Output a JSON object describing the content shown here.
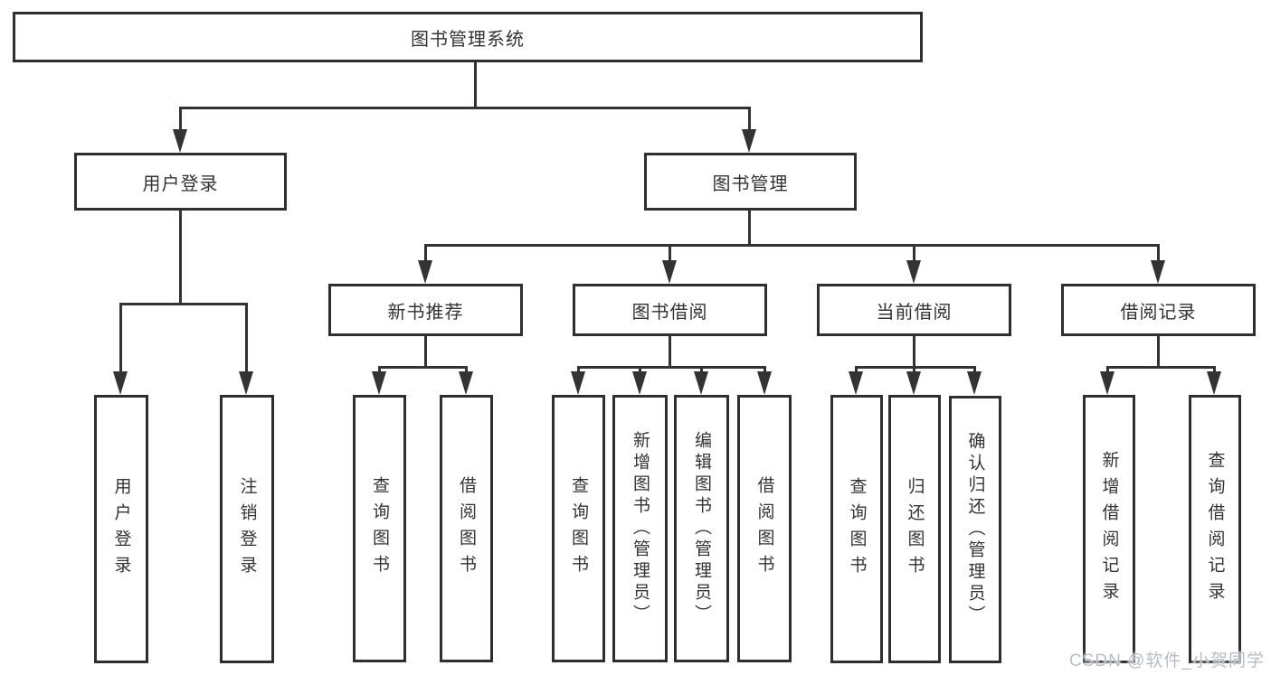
{
  "tree": {
    "root": {
      "label": "图书管理系统"
    },
    "branches": [
      {
        "label": "用户登录",
        "children": [
          "用户登录",
          "注销登录"
        ]
      },
      {
        "label": "图书管理",
        "sections": [
          {
            "label": "新书推荐",
            "children": [
              "查询图书",
              "借阅图书"
            ]
          },
          {
            "label": "图书借阅",
            "children": [
              "查询图书",
              "新增图书（管理员）",
              "编辑图书（管理员）",
              "借阅图书"
            ]
          },
          {
            "label": "当前借阅",
            "children": [
              "查询图书",
              "归还图书",
              "确认归还（管理员）"
            ]
          },
          {
            "label": "借阅记录",
            "children": [
              "新增借阅记录",
              "查询借阅记录"
            ]
          }
        ]
      }
    ]
  },
  "watermark": {
    "text": "CSDN @软件_小贺同学"
  },
  "colors": {
    "line": "#333333",
    "box_border": "#2f2f2f",
    "text": "#333333",
    "watermark": "#b9bdc3",
    "background": "#ffffff"
  }
}
